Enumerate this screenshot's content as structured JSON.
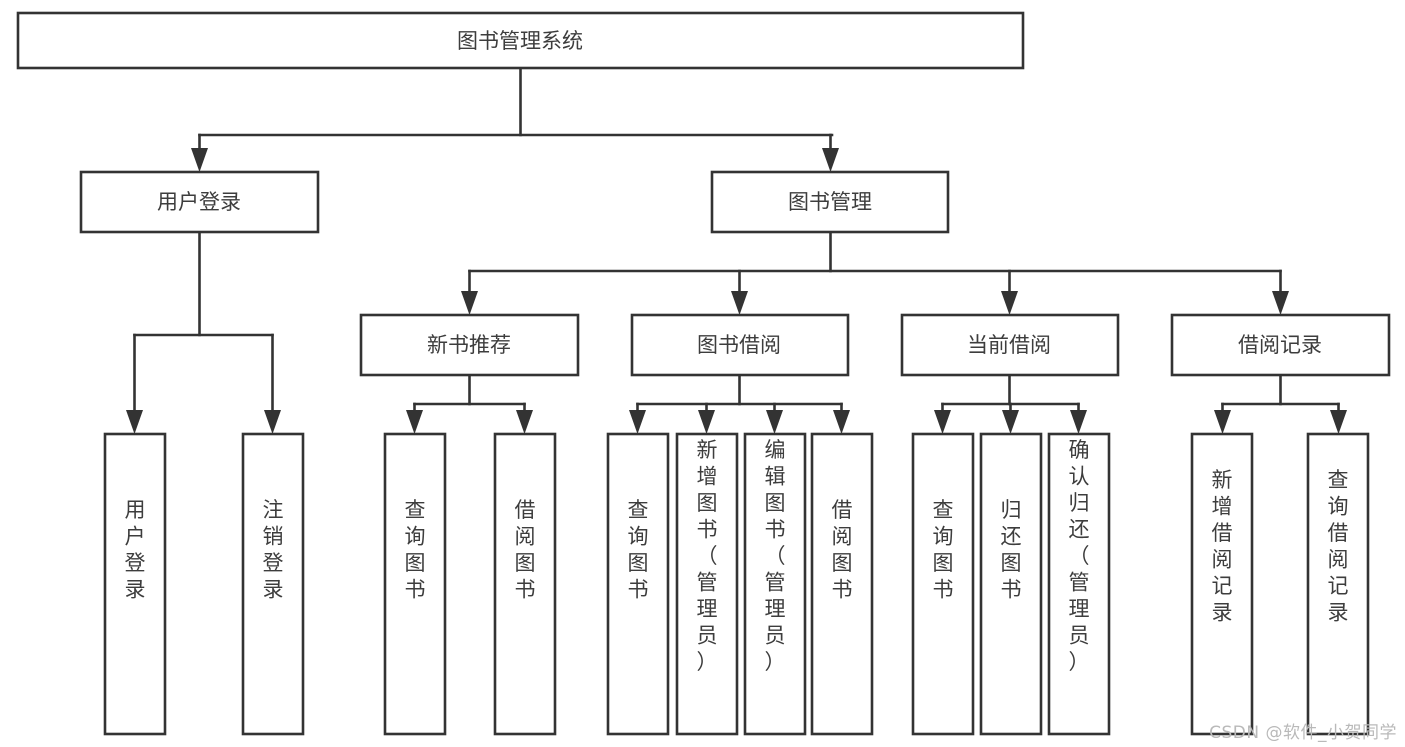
{
  "diagram": {
    "type": "tree",
    "title": "图书管理系统",
    "watermark": "CSDN @软件_小贺同学",
    "root": {
      "id": "root",
      "label": "图书管理系统",
      "orientation": "horizontal"
    },
    "level1": [
      {
        "id": "user-login",
        "label": "用户登录",
        "orientation": "horizontal"
      },
      {
        "id": "book-manage",
        "label": "图书管理",
        "orientation": "horizontal"
      }
    ],
    "level2": [
      {
        "id": "new-book-recommend",
        "label": "新书推荐",
        "parent": "book-manage",
        "orientation": "horizontal"
      },
      {
        "id": "book-borrow",
        "label": "图书借阅",
        "parent": "book-manage",
        "orientation": "horizontal"
      },
      {
        "id": "current-borrow",
        "label": "当前借阅",
        "parent": "book-manage",
        "orientation": "horizontal"
      },
      {
        "id": "borrow-record",
        "label": "借阅记录",
        "parent": "book-manage",
        "orientation": "horizontal"
      }
    ],
    "leaves": [
      {
        "id": "leaf-user-login",
        "label": "用户登录",
        "parent": "user-login",
        "orientation": "vertical"
      },
      {
        "id": "leaf-user-logout",
        "label": "注销登录",
        "parent": "user-login",
        "orientation": "vertical"
      },
      {
        "id": "leaf-query-book-1",
        "label": "查询图书",
        "parent": "new-book-recommend",
        "orientation": "vertical"
      },
      {
        "id": "leaf-borrow-book-1",
        "label": "借阅图书",
        "parent": "new-book-recommend",
        "orientation": "vertical"
      },
      {
        "id": "leaf-query-book-2",
        "label": "查询图书",
        "parent": "book-borrow",
        "orientation": "vertical"
      },
      {
        "id": "leaf-add-book",
        "label": "新增图书（管理员）",
        "parent": "book-borrow",
        "orientation": "vertical"
      },
      {
        "id": "leaf-edit-book",
        "label": "编辑图书（管理员）",
        "parent": "book-borrow",
        "orientation": "vertical"
      },
      {
        "id": "leaf-borrow-book-2",
        "label": "借阅图书",
        "parent": "book-borrow",
        "orientation": "vertical"
      },
      {
        "id": "leaf-query-book-3",
        "label": "查询图书",
        "parent": "current-borrow",
        "orientation": "vertical"
      },
      {
        "id": "leaf-return-book",
        "label": "归还图书",
        "parent": "current-borrow",
        "orientation": "vertical"
      },
      {
        "id": "leaf-confirm-return",
        "label": "确认归还（管理员）",
        "parent": "current-borrow",
        "orientation": "vertical"
      },
      {
        "id": "leaf-add-record",
        "label": "新增借阅记录",
        "parent": "borrow-record",
        "orientation": "vertical"
      },
      {
        "id": "leaf-query-record",
        "label": "查询借阅记录",
        "parent": "borrow-record",
        "orientation": "vertical"
      }
    ],
    "colors": {
      "stroke": "#333333",
      "text": "#3d3d3d",
      "background": "#ffffff",
      "watermark": "#b9b9b9"
    }
  }
}
